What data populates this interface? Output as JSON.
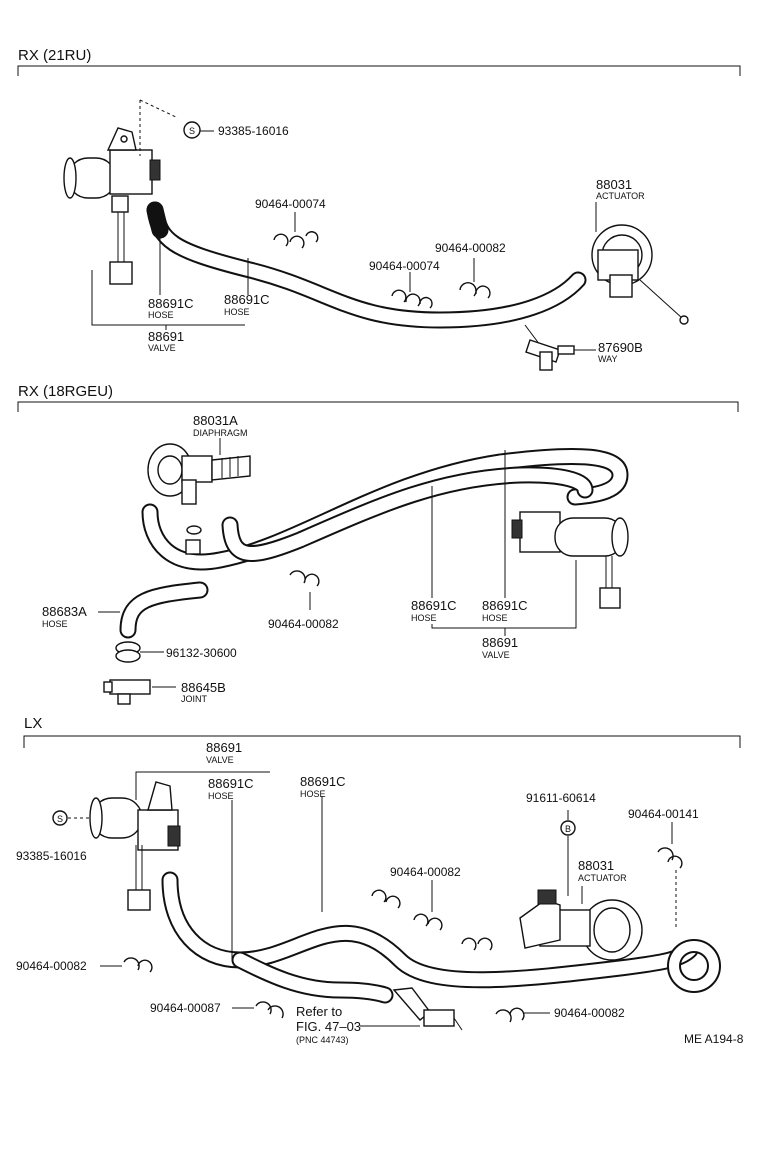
{
  "sections": {
    "rx21": {
      "title": "RX (21RU)",
      "labels": {
        "screw": "93385-16016",
        "s_mark": "S",
        "clip1": "90464-00074",
        "clip2": "90464-00082",
        "clip3": "90464-00074",
        "actuator_no": "88031",
        "actuator_name": "ACTUATOR",
        "hose1_no": "88691C",
        "hose1_name": "HOSE",
        "hose2_no": "88691C",
        "hose2_name": "HOSE",
        "valve_no": "88691",
        "valve_name": "VALVE",
        "way_no": "87690B",
        "way_name": "WAY"
      }
    },
    "rx18": {
      "title": "RX (18RGEU)",
      "labels": {
        "diaphragm_no": "88031A",
        "diaphragm_name": "DIAPHRAGM",
        "hose_a_no": "88683A",
        "hose_a_name": "HOSE",
        "clip": "90464-00082",
        "hose1_no": "88691C",
        "hose1_name": "HOSE",
        "hose2_no": "88691C",
        "hose2_name": "HOSE",
        "valve_no": "88691",
        "valve_name": "VALVE",
        "clamp": "96132-30600",
        "joint_no": "88645B",
        "joint_name": "JOINT"
      }
    },
    "lx": {
      "title": "LX",
      "labels": {
        "valve_no": "88691",
        "valve_name": "VALVE",
        "hose1_no": "88691C",
        "hose1_name": "HOSE",
        "hose2_no": "88691C",
        "hose2_name": "HOSE",
        "s_mark": "S",
        "screw": "93385-16016",
        "bolt": "91611-60614",
        "b_mark": "B",
        "clip_right": "90464-00141",
        "clip_mid": "90464-00082",
        "actuator_no": "88031",
        "actuator_name": "ACTUATOR",
        "clip_left": "90464-00082",
        "clip_bottom": "90464-00087",
        "refer1": "Refer to",
        "refer2": "FIG. 47–03",
        "refer3": "(PNC 44743)",
        "clip_bottom_right": "90464-00082"
      }
    }
  },
  "footer": {
    "code": "ME A194-8"
  }
}
